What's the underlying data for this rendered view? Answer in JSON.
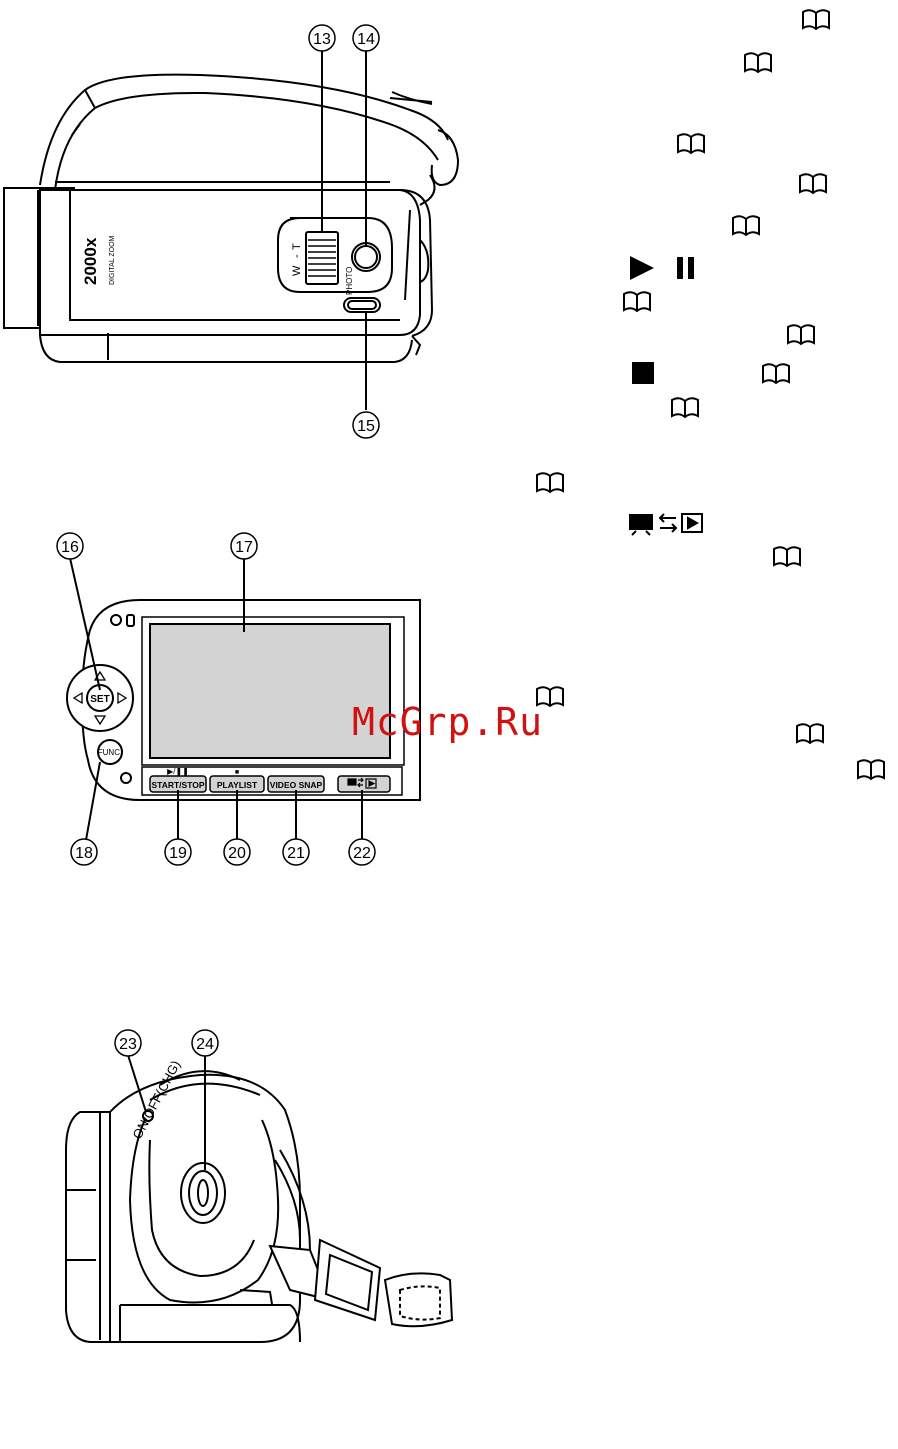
{
  "callouts": {
    "c13": "13",
    "c14": "14",
    "c15": "15",
    "c16": "16",
    "c17": "17",
    "c18": "18",
    "c19": "19",
    "c20": "20",
    "c21": "21",
    "c22": "22",
    "c23": "23",
    "c24": "24"
  },
  "camera_top": {
    "zoom_badge": "2000x",
    "zoom_sub": "DIGITAL ZOOM",
    "zoom_lever_w": "W",
    "zoom_lever_dash": "-",
    "zoom_lever_t": "T",
    "photo_label": "PHOTO"
  },
  "lcd_panel": {
    "set_label": "SET",
    "func_label": "FUNC.",
    "button_start_stop": "START/STOP",
    "button_start_stop_icon": "▶/❚❚",
    "button_playlist": "PLAYLIST",
    "button_playlist_icon": "■",
    "button_video_snap": "VIDEO SNAP",
    "button_mode_icon": "camera-play-switch-icon"
  },
  "camera_rear": {
    "power_label": "ON/OFF(CHG)"
  },
  "icons": {
    "book_icon": "book-icon",
    "play_icon": "play-icon",
    "pause_icon": "pause-icon",
    "stop_icon": "stop-icon",
    "mode_switch_icon": "camera-play-switch-icon"
  },
  "watermark": "McGrp.Ru",
  "colors": {
    "watermark": "#d11010",
    "lcd_screen": "#d3d3d3"
  }
}
